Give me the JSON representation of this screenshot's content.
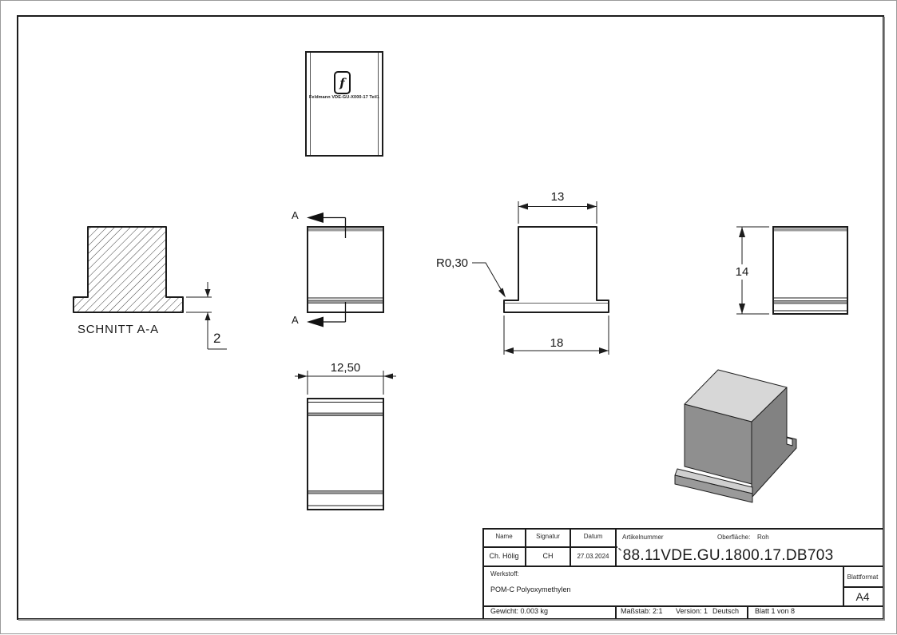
{
  "views": {
    "top_view": {
      "logo_letter": "f",
      "marking_text": "Feldmann VDE-GU-X000-17 Teil1"
    },
    "section_view": {
      "label": "SCHNITT A-A",
      "flange_thickness_dim": "2"
    },
    "front_view": {
      "section_label_top": "A",
      "section_label_bottom": "A"
    },
    "bottom_view": {
      "width_dim": "12,50"
    },
    "side_view": {
      "top_width_dim": "13",
      "flange_width_dim": "18",
      "fillet_radius_dim": "R0,30"
    },
    "right_view": {
      "height_dim": "14"
    }
  },
  "iso_colors": {
    "top": "#d7d7d7",
    "front": "#8f8f8f",
    "right": "#828282",
    "flange_top": "#cfcfcf",
    "flange_front": "#9a9a9a"
  },
  "title_block": {
    "headers": {
      "name": "Name",
      "signatur": "Signatur",
      "datum": "Datum"
    },
    "values": {
      "name": "Ch. Hölig",
      "signatur": "CH",
      "datum": "27.03.2024"
    },
    "artikelnummer_label": "Artikelnummer",
    "artikelnummer": "`88.11VDE.GU.1800.17.DB703",
    "oberflaeche_label": "Oberfläche:",
    "oberflaeche": "Roh",
    "werkstoff_label": "Werkstoff:",
    "werkstoff": "POM-C Polyoxymethylen",
    "blattformat_label": "Blattformat",
    "blattformat": "A4",
    "gewicht": "Gewicht: 0.003 kg",
    "massstab": "Maßstab: 2:1",
    "version": "Version: 1",
    "sprache": "Deutsch",
    "blatt": "Blatt 1 von 8"
  }
}
